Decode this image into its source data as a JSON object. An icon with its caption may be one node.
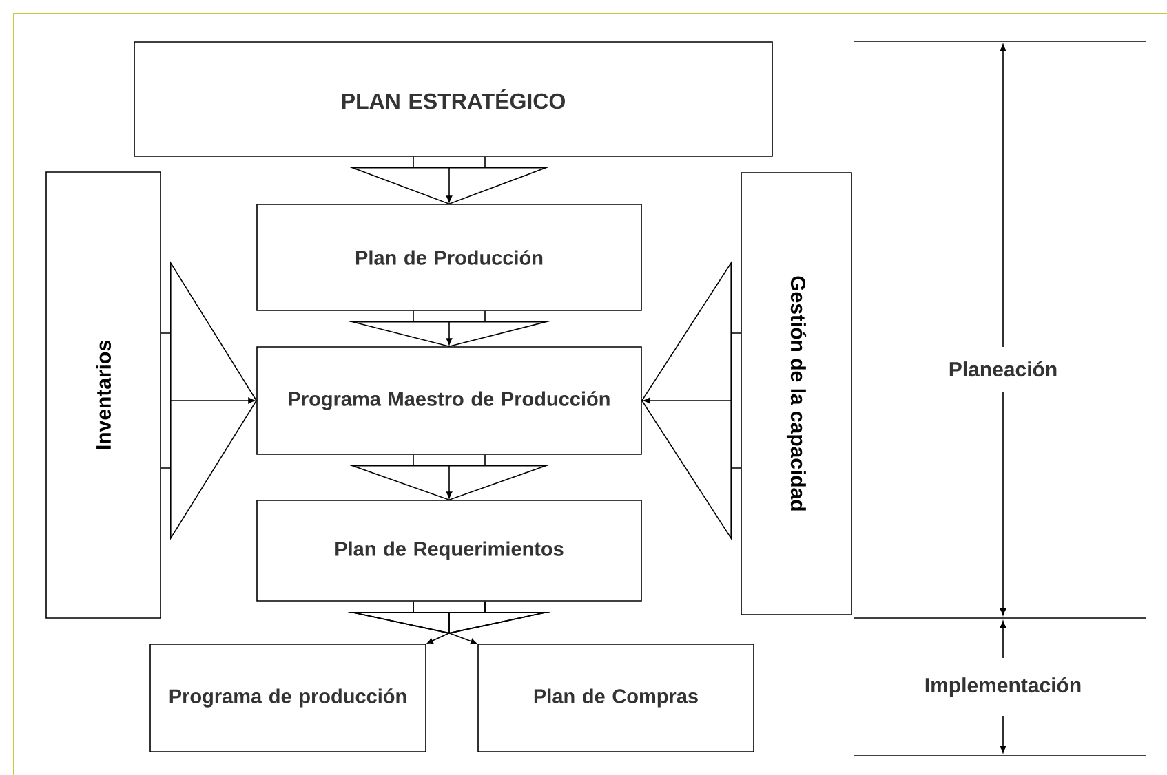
{
  "diagram": {
    "nodes": [
      {
        "text": [
          "PLAN ESTRATÉGICO"
        ]
      },
      {
        "text": [
          "Plan de Producción"
        ]
      },
      {
        "text": [
          "Programa Maestro de Producción"
        ]
      },
      {
        "text": [
          "Plan de Requerimientos"
        ]
      },
      {
        "text": [
          "Inventarios"
        ]
      },
      {
        "text": [
          "Gestión de la capacidad"
        ]
      },
      {
        "text": [
          "Programa de producción"
        ]
      },
      {
        "text": [
          "Plan de Compras"
        ]
      }
    ],
    "edges": [
      {
        "from": 0,
        "to": 1,
        "arrow": "to"
      },
      {
        "from": 1,
        "to": 2,
        "arrow": "to"
      },
      {
        "from": 2,
        "to": 3,
        "arrow": "to"
      },
      {
        "from": 3,
        "to": 6,
        "arrow": "to"
      },
      {
        "from": 3,
        "to": 7,
        "arrow": "to"
      },
      {
        "from": 4,
        "to": 2,
        "arrow": "to"
      },
      {
        "from": 5,
        "to": 2,
        "arrow": "to"
      }
    ],
    "labels": [
      "Planeación",
      "Implementación"
    ]
  }
}
